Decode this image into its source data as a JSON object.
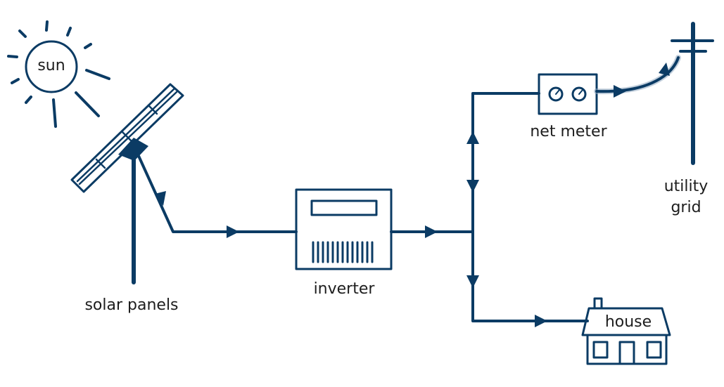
{
  "labels": {
    "sun": "sun",
    "solar_panels": "solar panels",
    "inverter": "inverter",
    "net_meter": "net meter",
    "utility_grid_line1": "utility",
    "utility_grid_line2": "grid",
    "house": "house"
  },
  "colors": {
    "line": "#0b3b64",
    "wire_glow": "#8fa7c0",
    "text": "#1d1d1d",
    "background": "#ffffff"
  }
}
